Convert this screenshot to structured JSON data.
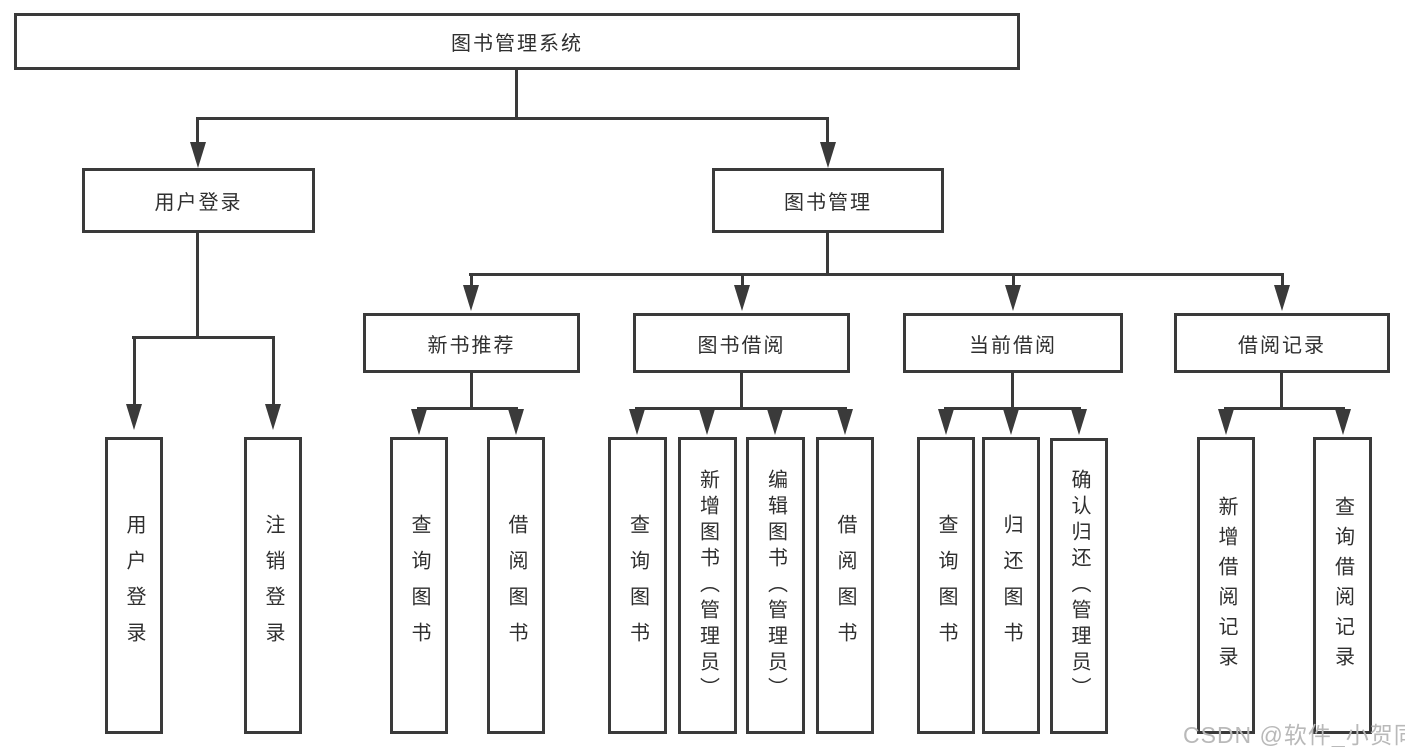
{
  "colors": {
    "line": "#3a3a3a",
    "text": "#2f2f2f",
    "background": "#ffffff",
    "watermark": "#b9b9b9"
  },
  "tree": {
    "root": {
      "label": "图书管理系统"
    },
    "branches": [
      {
        "label": "用户登录",
        "children": [
          {
            "label": "用户登录"
          },
          {
            "label": "注销登录"
          }
        ]
      },
      {
        "label": "图书管理",
        "children": [
          {
            "label": "新书推荐",
            "children": [
              {
                "label": "查询图书"
              },
              {
                "label": "借阅图书"
              }
            ]
          },
          {
            "label": "图书借阅",
            "children": [
              {
                "label": "查询图书"
              },
              {
                "label": "新增图书（管理员）"
              },
              {
                "label": "编辑图书（管理员）"
              },
              {
                "label": "借阅图书"
              }
            ]
          },
          {
            "label": "当前借阅",
            "children": [
              {
                "label": "查询图书"
              },
              {
                "label": "归还图书"
              },
              {
                "label": "确认归还（管理员）"
              }
            ]
          },
          {
            "label": "借阅记录",
            "children": [
              {
                "label": "新增借阅记录"
              },
              {
                "label": "查询借阅记录"
              }
            ]
          }
        ]
      }
    ]
  },
  "watermark": {
    "text": "CSDN @软件_小贺同学"
  }
}
